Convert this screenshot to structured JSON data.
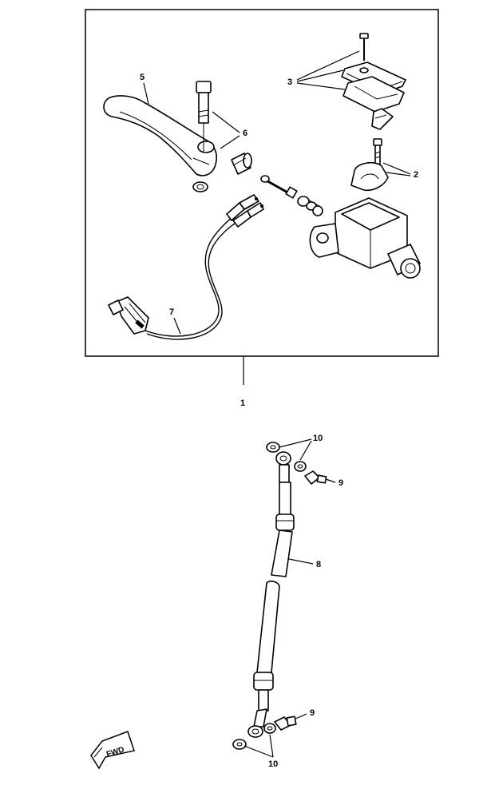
{
  "labels": {
    "assembly": "1",
    "clamp": "2",
    "cover": "3",
    "lever": "5",
    "bolt_nut": "6",
    "switch": "7",
    "hose": "8",
    "union_bolt_upper": "9",
    "union_bolt_lower": "9",
    "washers_upper": "10",
    "washers_lower": "10",
    "fwd": "FWD"
  }
}
